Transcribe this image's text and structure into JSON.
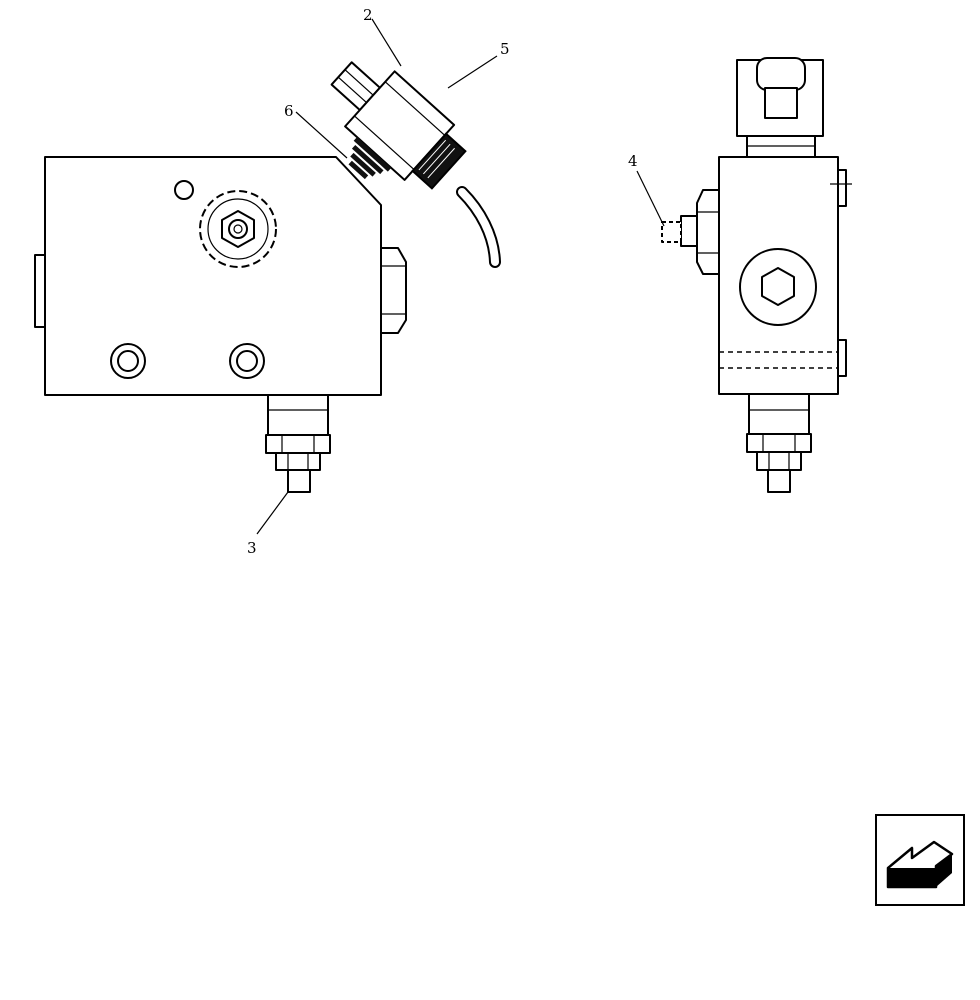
{
  "callouts": {
    "item2": "2",
    "item3": "3",
    "item4": "4",
    "item5": "5",
    "item6": "6"
  },
  "icons": {
    "nav": "back-arrow-icon"
  }
}
